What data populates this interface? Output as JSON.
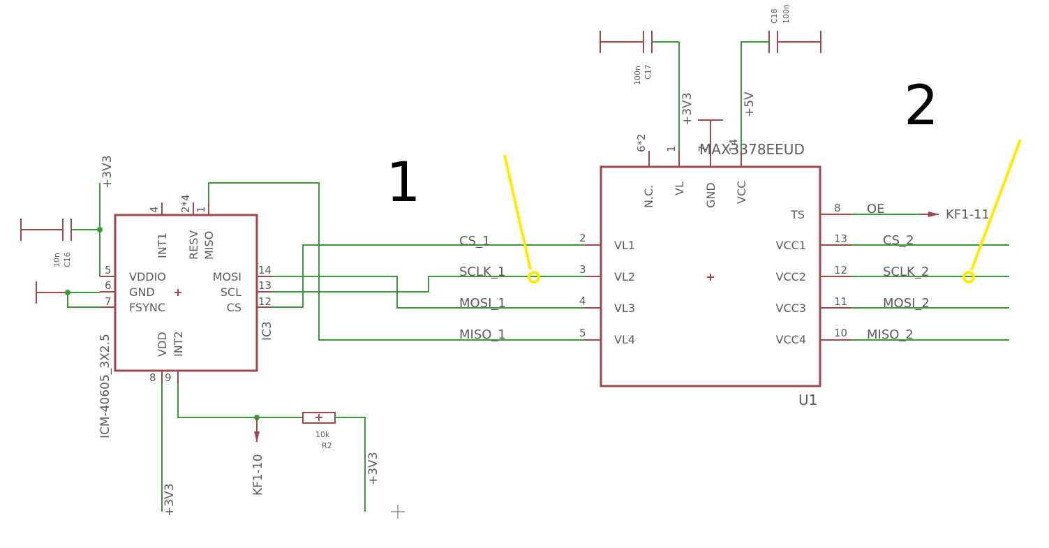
{
  "markers": {
    "one": "1",
    "two": "2"
  },
  "ic3": {
    "name": "IC3",
    "value": "ICM-40605_3X2.5",
    "pins": {
      "p4": "4",
      "p2x4": "2*4",
      "p1": "1",
      "p5": "5",
      "p6": "6",
      "p7": "7",
      "p14": "14",
      "p13": "13",
      "p12": "12",
      "p8": "8",
      "p9": "9"
    },
    "labels": {
      "int1": "INT1",
      "resv": "RESV",
      "miso": "MISO",
      "vddio": "VDDIO",
      "gnd": "GND",
      "fsync": "FSYNC",
      "mosi": "MOSI",
      "scl": "SCL",
      "cs": "CS",
      "vdd": "VDD",
      "int2": "INT2"
    }
  },
  "u1": {
    "name": "U1",
    "value": "MAX3378EEUD",
    "top_pins": {
      "nc": "6*2",
      "vl": "1",
      "gnd": "7",
      "vcc": "14"
    },
    "top_labels": {
      "nc": "N.C.",
      "vl": "VL",
      "gnd": "GND",
      "vcc": "VCC"
    },
    "left_pins": [
      "2",
      "3",
      "4",
      "5"
    ],
    "left_labels": [
      "VL1",
      "VL2",
      "VL3",
      "VL4"
    ],
    "right_pins": {
      "ts": "8",
      "vcc1": "13",
      "vcc2": "12",
      "vcc3": "11",
      "vcc4": "10"
    },
    "right_labels": {
      "ts": "TS",
      "vcc1": "VCC1",
      "vcc2": "VCC2",
      "vcc3": "VCC3",
      "vcc4": "VCC4"
    }
  },
  "nets": {
    "cs1": "CS_1",
    "sclk1": "SCLK_1",
    "mosi1": "MOSI_1",
    "miso1": "MISO_1",
    "cs2": "CS_2",
    "sclk2": "SCLK_2",
    "mosi2": "MOSI_2",
    "miso2": "MISO_2",
    "oe": "OE",
    "kf1_11": "KF1-11",
    "kf1_10": "KF1-10"
  },
  "supplies": {
    "v3v3_ic3": "+3V3",
    "v3v3_vdd": "+3V3",
    "v3v3_r2": "+3V3",
    "v3v3_u1": "+3V3",
    "v5_u1": "+5V"
  },
  "caps": {
    "c16": {
      "name": "C16",
      "value": "10n"
    },
    "c17": {
      "name": "C17",
      "value": "100n"
    },
    "c18": {
      "name": "C18",
      "value": "100n"
    }
  },
  "resistor": {
    "name": "R2",
    "value": "10k"
  }
}
